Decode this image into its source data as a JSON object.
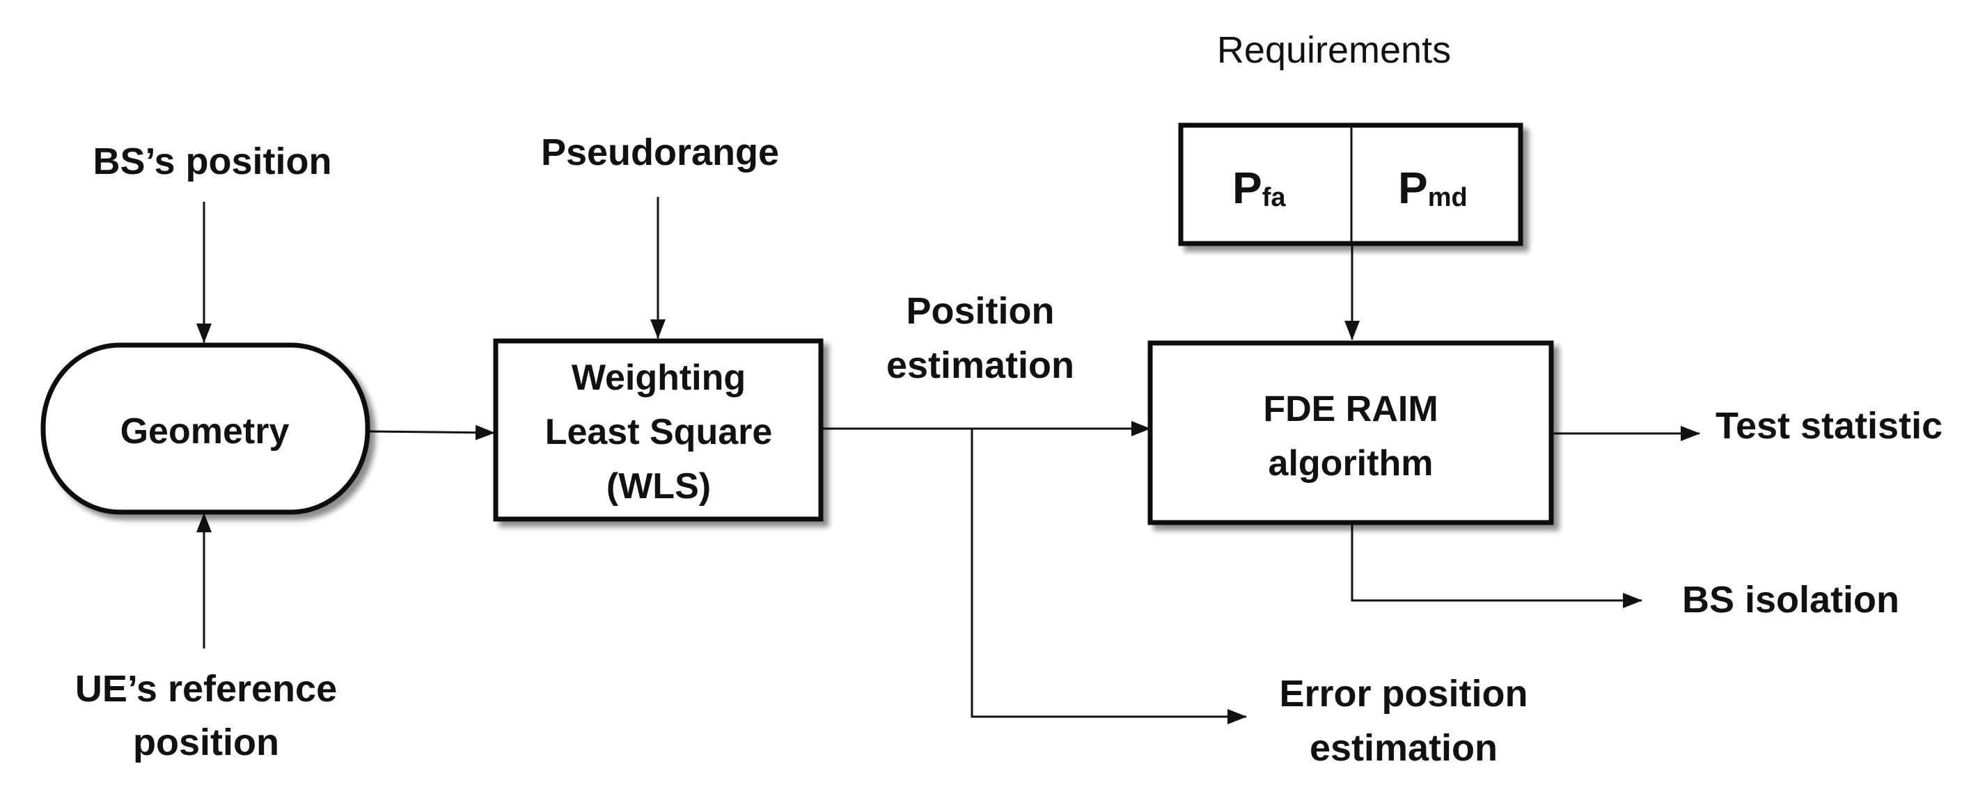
{
  "diagram": {
    "nodes": {
      "geometry": {
        "label": "Geometry"
      },
      "wls": {
        "lines": [
          "Weighting",
          "Least Square",
          "(WLS)"
        ]
      },
      "raim": {
        "lines": [
          "FDE RAIM",
          "algorithm"
        ]
      },
      "requirements": {
        "title": "Requirements",
        "pfa": {
          "main": "P",
          "sub": "fa"
        },
        "pmd": {
          "main": "P",
          "sub": "md"
        }
      }
    },
    "labels": {
      "bs_position": "BS’s position",
      "pseudorange": "Pseudorange",
      "ue_ref_line1": "UE’s reference",
      "ue_ref_line2": "position",
      "pos_est_line1": "Position",
      "pos_est_line2": "estimation",
      "test_statistic": "Test statistic",
      "bs_isolation": "BS isolation",
      "err_pos_line1": "Error position",
      "err_pos_line2": "estimation"
    },
    "colors": {
      "stroke": "#111111",
      "shadow": "#9a9a9a",
      "background": "#ffffff"
    }
  }
}
